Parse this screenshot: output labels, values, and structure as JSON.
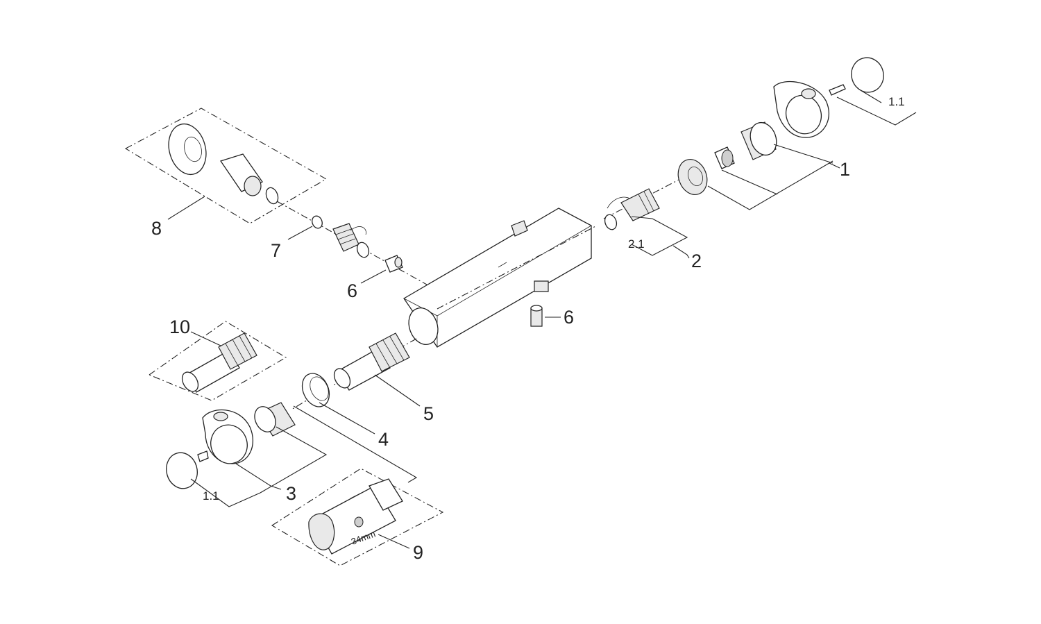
{
  "labels": {
    "p1": "1",
    "p1_1_top": "1.1",
    "p2": "2",
    "p2_1": "2.1",
    "p3": "3",
    "p1_1_bottom": "1.1",
    "p4": "4",
    "p5": "5",
    "p6_left": "6",
    "p6_right": "6",
    "p7": "7",
    "p8": "8",
    "p9": "9",
    "p10": "10",
    "wrench_size": "34mm"
  }
}
